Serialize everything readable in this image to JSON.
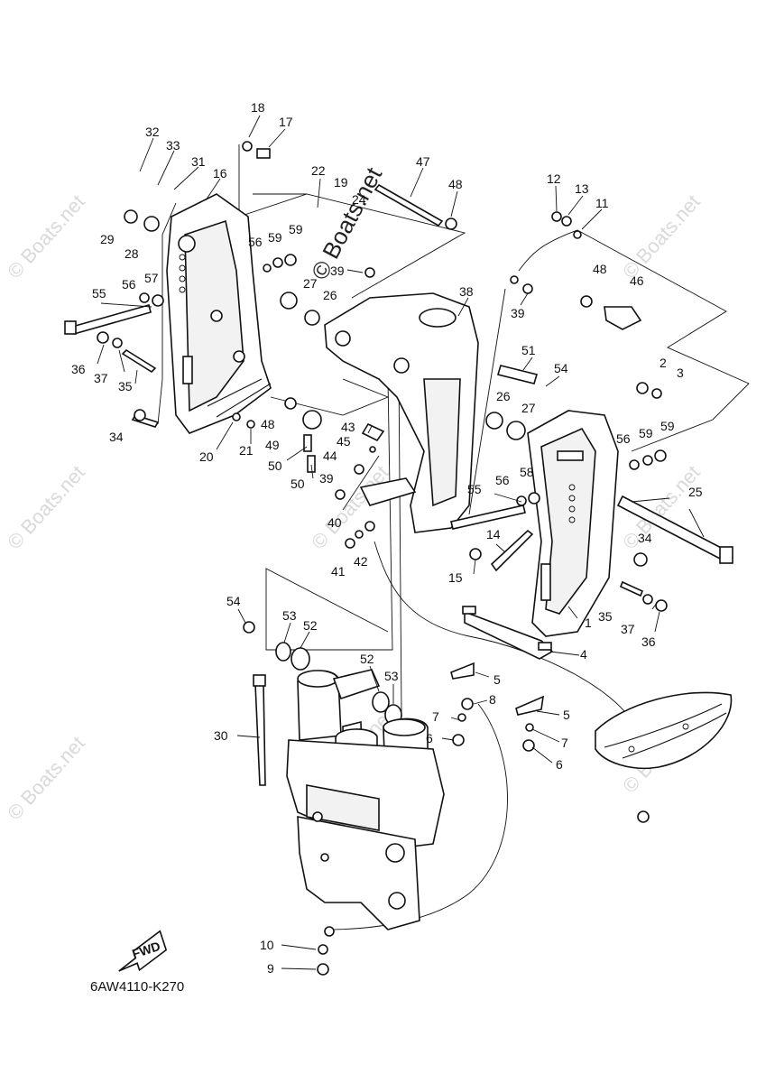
{
  "diagram": {
    "code": "6AW4110-K270",
    "fwd_label": "FWD",
    "watermark_text": "© Boats.net",
    "colors": {
      "ink": "#111111",
      "watermark": "#d9d9d9",
      "background": "#ffffff"
    }
  },
  "callouts": [
    {
      "label": "18"
    },
    {
      "label": "17"
    },
    {
      "label": "32"
    },
    {
      "label": "33"
    },
    {
      "label": "31"
    },
    {
      "label": "16"
    },
    {
      "label": "22"
    },
    {
      "label": "19"
    },
    {
      "label": "24"
    },
    {
      "label": "47"
    },
    {
      "label": "48"
    },
    {
      "label": "12"
    },
    {
      "label": "13"
    },
    {
      "label": "11"
    },
    {
      "label": "29"
    },
    {
      "label": "28"
    },
    {
      "label": "56"
    },
    {
      "label": "59"
    },
    {
      "label": "59"
    },
    {
      "label": "39"
    },
    {
      "label": "27"
    },
    {
      "label": "26"
    },
    {
      "label": "38"
    },
    {
      "label": "48"
    },
    {
      "label": "46"
    },
    {
      "label": "39"
    },
    {
      "label": "55"
    },
    {
      "label": "56"
    },
    {
      "label": "57"
    },
    {
      "label": "51"
    },
    {
      "label": "54"
    },
    {
      "label": "2"
    },
    {
      "label": "3"
    },
    {
      "label": "36"
    },
    {
      "label": "37"
    },
    {
      "label": "35"
    },
    {
      "label": "26"
    },
    {
      "label": "27"
    },
    {
      "label": "48"
    },
    {
      "label": "49"
    },
    {
      "label": "43"
    },
    {
      "label": "45"
    },
    {
      "label": "56"
    },
    {
      "label": "59"
    },
    {
      "label": "59"
    },
    {
      "label": "34"
    },
    {
      "label": "20"
    },
    {
      "label": "21"
    },
    {
      "label": "50"
    },
    {
      "label": "44"
    },
    {
      "label": "50"
    },
    {
      "label": "39"
    },
    {
      "label": "58"
    },
    {
      "label": "56"
    },
    {
      "label": "55"
    },
    {
      "label": "25"
    },
    {
      "label": "40"
    },
    {
      "label": "14"
    },
    {
      "label": "34"
    },
    {
      "label": "41"
    },
    {
      "label": "42"
    },
    {
      "label": "15"
    },
    {
      "label": "54"
    },
    {
      "label": "53"
    },
    {
      "label": "52"
    },
    {
      "label": "35"
    },
    {
      "label": "1"
    },
    {
      "label": "37"
    },
    {
      "label": "36"
    },
    {
      "label": "4"
    },
    {
      "label": "52"
    },
    {
      "label": "53"
    },
    {
      "label": "5"
    },
    {
      "label": "8"
    },
    {
      "label": "7"
    },
    {
      "label": "5"
    },
    {
      "label": "30"
    },
    {
      "label": "6"
    },
    {
      "label": "7"
    },
    {
      "label": "6"
    },
    {
      "label": "10"
    },
    {
      "label": "9"
    }
  ]
}
